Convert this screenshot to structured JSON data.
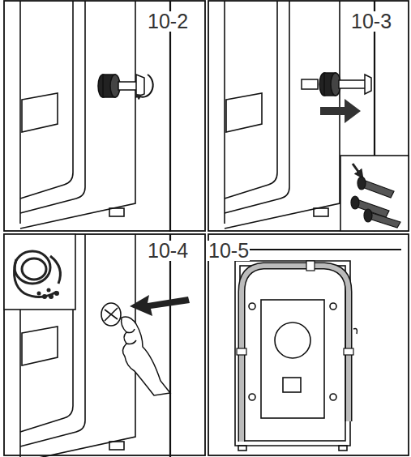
{
  "diagram": {
    "labels": [
      "10-2",
      "10-3",
      "10-4",
      "10-5"
    ]
  }
}
